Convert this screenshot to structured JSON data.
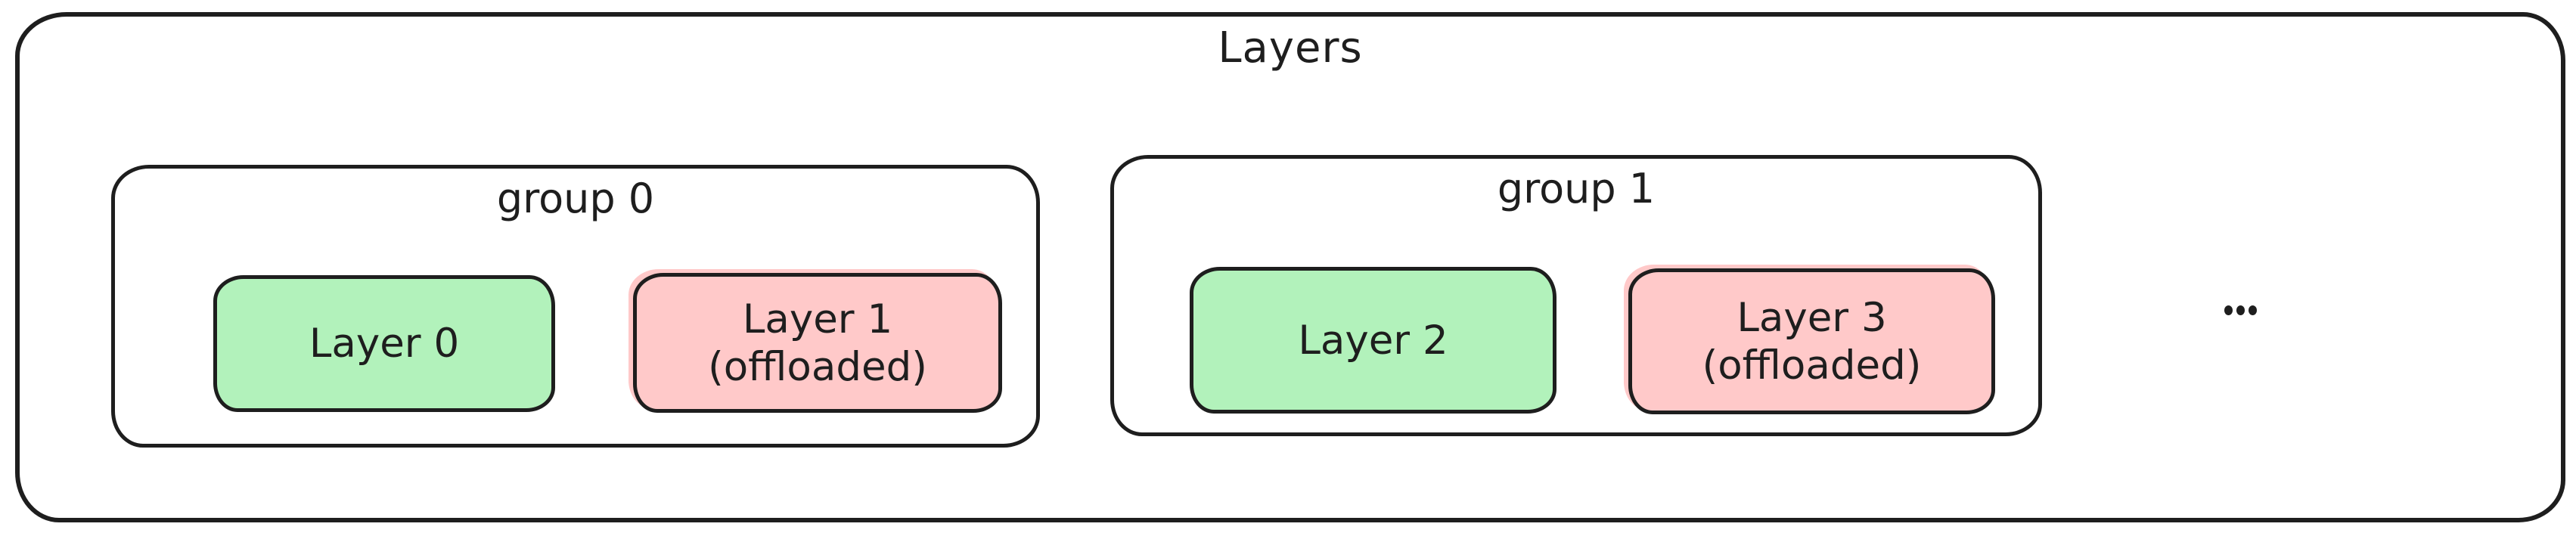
{
  "diagram": {
    "title": "Layers",
    "ellipsis": "...",
    "colors": {
      "stroke": "#1e1e1e",
      "background": "#ffffff",
      "resident_fill": "#b2f2bb",
      "offloaded_fill": "#ffc9c9"
    },
    "groups": [
      {
        "label": "group 0",
        "layers": [
          {
            "label": "Layer 0",
            "sublabel": "",
            "fill": "#b2f2bb"
          },
          {
            "label": "Layer 1",
            "sublabel": "(offloaded)",
            "fill": "#ffc9c9"
          }
        ]
      },
      {
        "label": "group 1",
        "layers": [
          {
            "label": "Layer 2",
            "sublabel": "",
            "fill": "#b2f2bb"
          },
          {
            "label": "Layer 3",
            "sublabel": "(offloaded)",
            "fill": "#ffc9c9"
          }
        ]
      }
    ]
  }
}
